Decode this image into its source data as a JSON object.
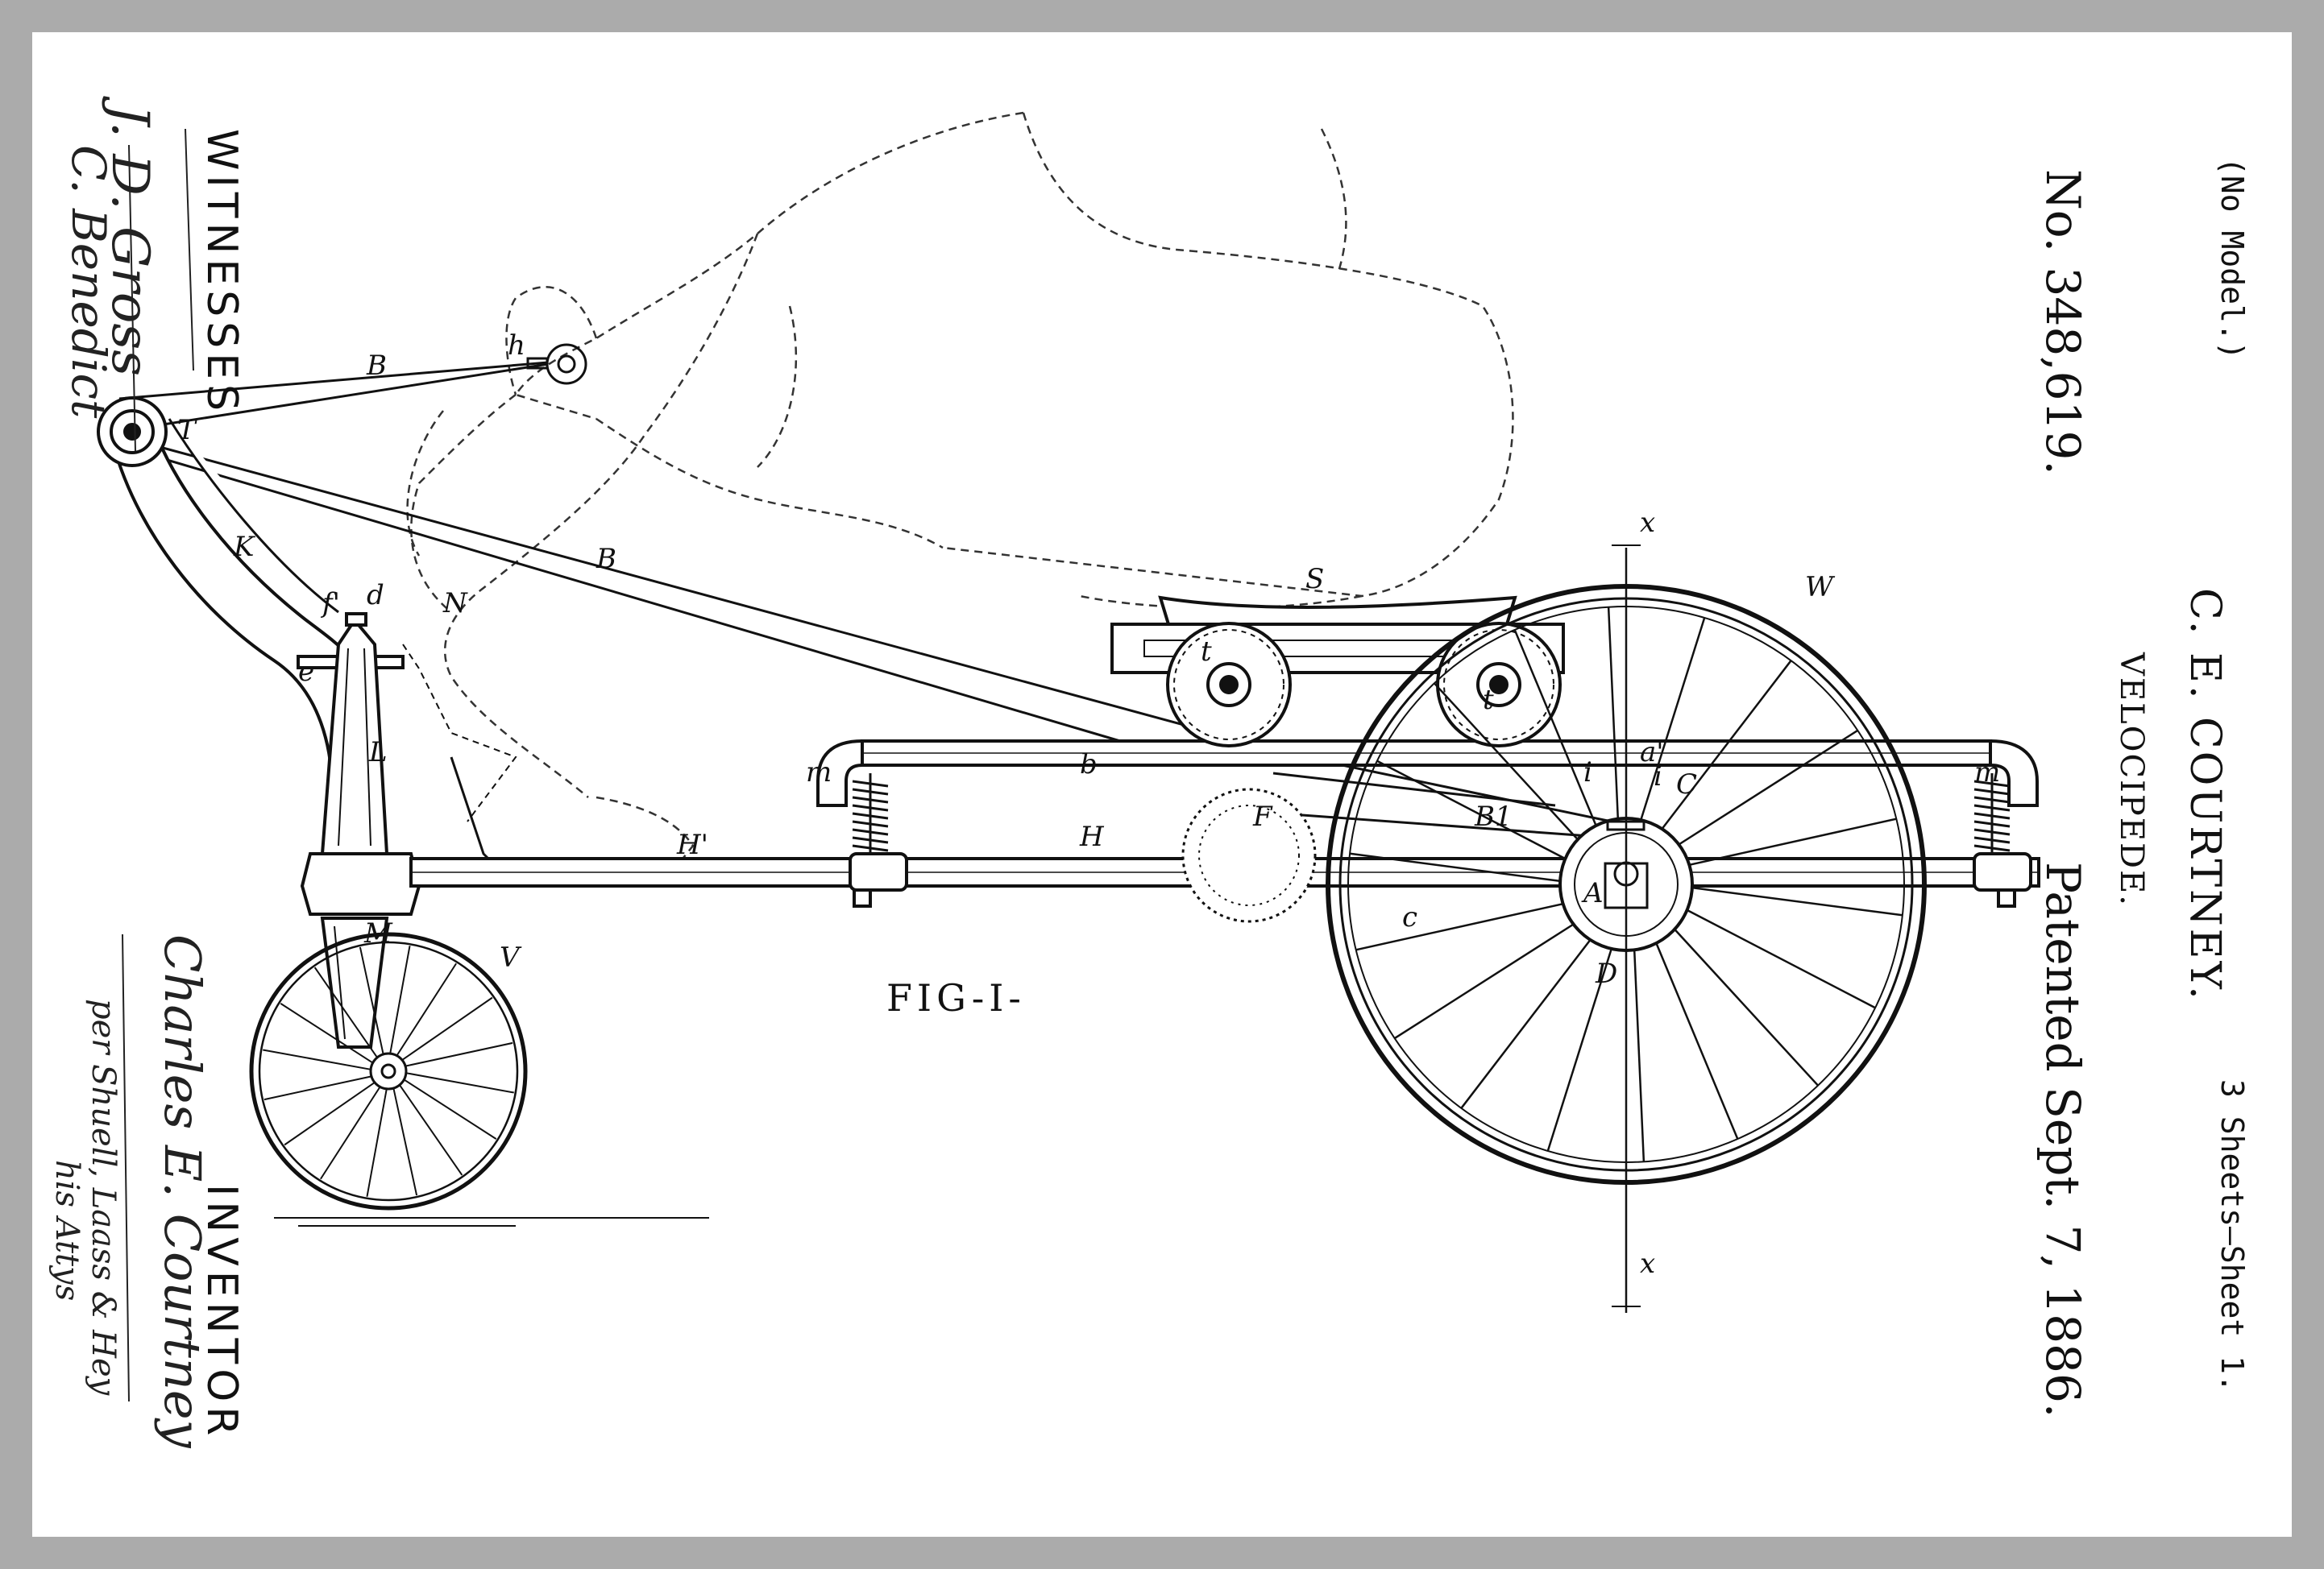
{
  "header": {
    "model_note": "(No Model.)",
    "sheets_note": "3 Sheets—Sheet 1.",
    "patent_number": "No. 348,619.",
    "inventor_name": "C. E. COURTNEY.",
    "title": "VELOCIPEDE.",
    "patent_date": "Patented Sept. 7, 1886."
  },
  "figure": {
    "caption": "FIG-I-",
    "part_labels": {
      "B_upper": "B",
      "B_lower": "B",
      "B1": "B1",
      "h": "h",
      "T": "T",
      "K": "K",
      "f1": "f'",
      "d": "d",
      "e": "e",
      "N": "N",
      "L": "L",
      "M": "M",
      "V": "V",
      "S": "S",
      "W": "W",
      "t1": "t",
      "t2": "t",
      "b": "b",
      "m_left": "m",
      "m_right": "m",
      "H": "H",
      "H1": "H'",
      "F": "F",
      "i": "i",
      "a1": "a'",
      "i2": "i",
      "C": "C",
      "c": "c",
      "A": "A",
      "D": "D",
      "x_top": "x",
      "x_bottom": "x"
    }
  },
  "witnesses": {
    "heading": "WITNESSES",
    "signature_1": "J. D. Gross",
    "signature_2": "C. Benedict"
  },
  "inventor": {
    "heading": "INVENTOR",
    "signature": "Charles E. Courtney",
    "attorney_line": "per Shuell, Laass & Hey",
    "attorney_role": "his Attys"
  }
}
